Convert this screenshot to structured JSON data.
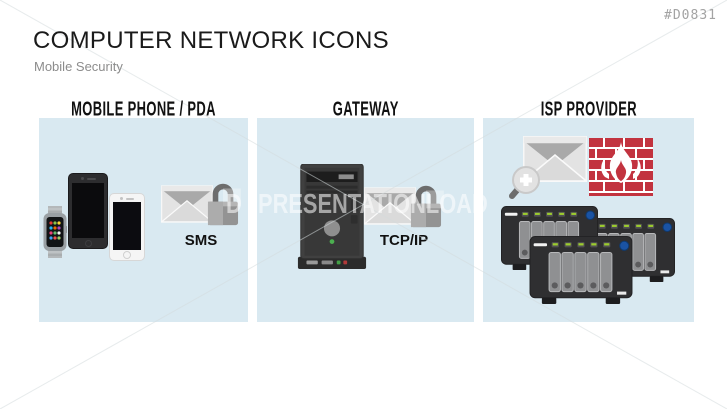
{
  "page": {
    "code": "#D0831",
    "title": "COMPUTER NETWORK ICONS",
    "subtitle": "Mobile Security",
    "watermark": "PRESENTATIONLOAD",
    "watermark_fragment_left": "D"
  },
  "panels": [
    {
      "title": "MOBILE PHONE / PDA",
      "label": "SMS",
      "icons": [
        "smartwatch-icon",
        "smartphone-dark-icon",
        "smartphone-light-icon",
        "envelope-icon",
        "padlock-icon"
      ]
    },
    {
      "title": "GATEWAY",
      "label": "TCP/IP",
      "icons": [
        "server-tower-icon",
        "envelope-icon",
        "padlock-icon"
      ]
    },
    {
      "title": "ISP PROVIDER",
      "label": "",
      "icons": [
        "email-search-icon",
        "firewall-icon",
        "nas-server-icon"
      ]
    }
  ],
  "colors": {
    "panel_background": "#d9e9f1",
    "firewall_red": "#c2333f",
    "led_green": "#9ccc2e",
    "nas_button_blue": "#1a53a3",
    "title_text": "#1a1a1a",
    "subtitle_text": "#8c8c8c",
    "code_text": "#a3a3a3"
  }
}
